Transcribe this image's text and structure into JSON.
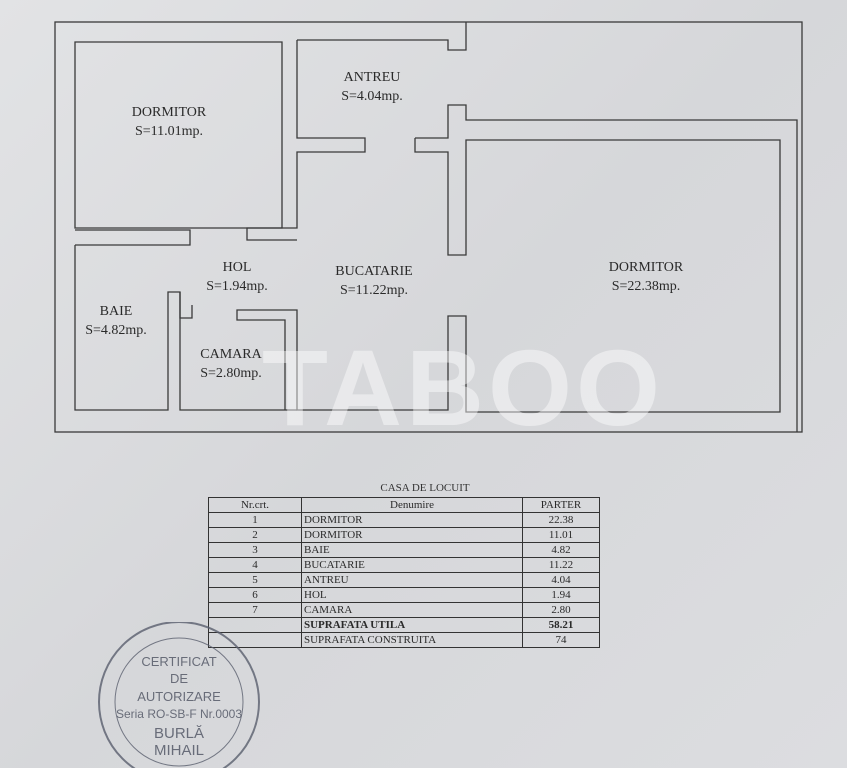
{
  "rooms": [
    {
      "name": "DORMITOR",
      "area": "S=11.01mp."
    },
    {
      "name": "ANTREU",
      "area": "S=4.04mp."
    },
    {
      "name": "HOL",
      "area": "S=1.94mp."
    },
    {
      "name": "BUCATARIE",
      "area": "S=11.22mp."
    },
    {
      "name": "DORMITOR",
      "area": "S=22.38mp."
    },
    {
      "name": "BAIE",
      "area": "S=4.82mp."
    },
    {
      "name": "CAMARA",
      "area": "S=2.80mp."
    }
  ],
  "watermark": "TABOO",
  "table": {
    "title": "CASA DE LOCUIT",
    "headers": [
      "Nr.crt.",
      "Denumire",
      "PARTER"
    ],
    "rows": [
      [
        "1",
        "DORMITOR",
        "22.38"
      ],
      [
        "2",
        "DORMITOR",
        "11.01"
      ],
      [
        "3",
        "BAIE",
        "4.82"
      ],
      [
        "4",
        "BUCATARIE",
        "11.22"
      ],
      [
        "5",
        "ANTREU",
        "4.04"
      ],
      [
        "6",
        "HOL",
        "1.94"
      ],
      [
        "7",
        "CAMARA",
        "2.80"
      ]
    ],
    "useful_label": "SUPRAFATA UTILA",
    "useful_value": "58.21",
    "built_label": "SUPRAFATA CONSTRUITA",
    "built_value": "74"
  },
  "stamp": {
    "lines": [
      "CERTIFICAT",
      "DE",
      "AUTORIZARE",
      "Seria RO-SB-F Nr.0003",
      "BURLĂ",
      "MIHAIL"
    ]
  }
}
